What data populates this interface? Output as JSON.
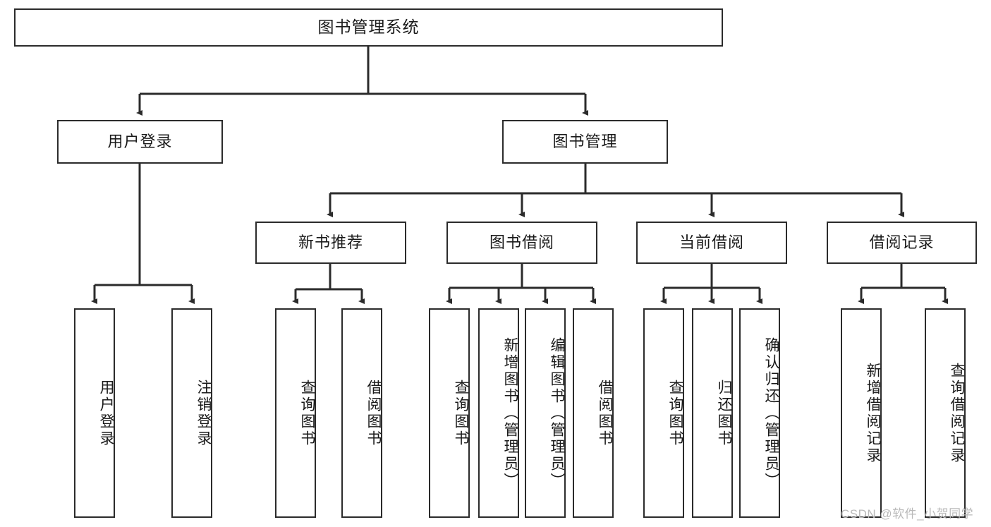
{
  "diagram": {
    "title": "图书管理系统",
    "type": "hierarchy-tree",
    "colors": {
      "box_border": "#2b2b2b",
      "box_fill": "#ffffff",
      "edge": "#2b2b2b",
      "text": "#1a1a1a",
      "watermark": "#b9b9b9",
      "background": "#ffffff"
    },
    "root": {
      "label": "图书管理系统"
    },
    "level2": [
      {
        "label": "用户登录"
      },
      {
        "label": "图书管理"
      }
    ],
    "level3": [
      {
        "label": "新书推荐"
      },
      {
        "label": "图书借阅"
      },
      {
        "label": "当前借阅"
      },
      {
        "label": "借阅记录"
      }
    ],
    "leaves": {
      "user_login": [
        {
          "label": "用户登录"
        },
        {
          "label": "注销登录"
        }
      ],
      "new_book": [
        {
          "label": "查询图书"
        },
        {
          "label": "借阅图书"
        }
      ],
      "borrow_book": [
        {
          "label": "查询图书"
        },
        {
          "label": "新增图书（管理员）"
        },
        {
          "label": "编辑图书（管理员）"
        },
        {
          "label": "借阅图书"
        }
      ],
      "current_borrow": [
        {
          "label": "查询图书"
        },
        {
          "label": "归还图书"
        },
        {
          "label": "确认归还（管理员）"
        }
      ],
      "borrow_record": [
        {
          "label": "新增借阅记录"
        },
        {
          "label": "查询借阅记录"
        }
      ]
    }
  },
  "watermark": {
    "text": "CSDN @软件_小贺同学"
  }
}
